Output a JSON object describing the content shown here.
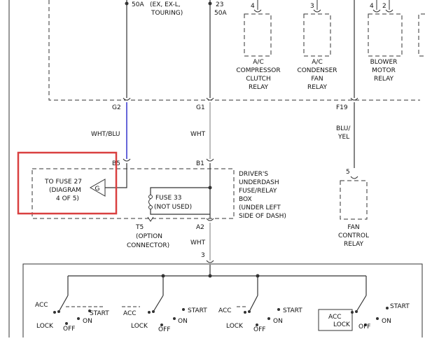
{
  "top": {
    "fuse_50a_left": "50A",
    "fuse_left_models": "(EX, EX-L,",
    "fuse_left_models2": "TOURING)",
    "fuse_23": "23",
    "fuse_23_rating": "50A"
  },
  "relays": {
    "ac_comp": {
      "pin": "4",
      "l1": "A/C",
      "l2": "COMPRESSOR",
      "l3": "CLUTCH",
      "l4": "RELAY"
    },
    "ac_cond": {
      "pin": "3",
      "l1": "A/C",
      "l2": "CONDENSER",
      "l3": "FAN",
      "l4": "RELAY"
    },
    "blower": {
      "pin_a": "4",
      "pin_b": "2",
      "l1": "BLOWER",
      "l2": "MOTOR",
      "l3": "RELAY"
    },
    "fan_control": {
      "pin": "5",
      "l1": "FAN",
      "l2": "CONTROL",
      "l3": "RELAY"
    }
  },
  "connectors": {
    "g2": "G2",
    "g1": "G1",
    "f19": "F19",
    "b5": "B5",
    "b1": "B1",
    "t5": "T5",
    "a2": "A2",
    "pin3": "3"
  },
  "wires": {
    "wht_blu": "WHT/BLU",
    "wht": "WHT",
    "wht2": "WHT",
    "blu_yel_1": "BLU/",
    "blu_yel_2": "YEL"
  },
  "fuse_box": {
    "l1": "DRIVER'S",
    "l2": "UNDERDASH",
    "l3": "FUSE/RELAY",
    "l4": "BOX",
    "l5": "(UNDER LEFT",
    "l6": "SIDE OF DASH)",
    "fuse33_l1": "FUSE 33",
    "fuse33_l2": "(NOT USED)",
    "to_fuse_l1": "TO FUSE 27",
    "to_fuse_l2": "(DIAGRAM",
    "to_fuse_l3": "4 OF 5)",
    "ref_letter": "G",
    "t5_l1": "(OPTION",
    "t5_l2": "CONNECTOR)"
  },
  "switch": {
    "acc": "ACC",
    "lock": "LOCK",
    "off": "OFF",
    "on": "ON",
    "start": "START"
  },
  "colors": {
    "line": "#333333",
    "blue_wire": "#3333cc",
    "grey_wire": "#b4b4b4",
    "highlight": "#d94040"
  }
}
